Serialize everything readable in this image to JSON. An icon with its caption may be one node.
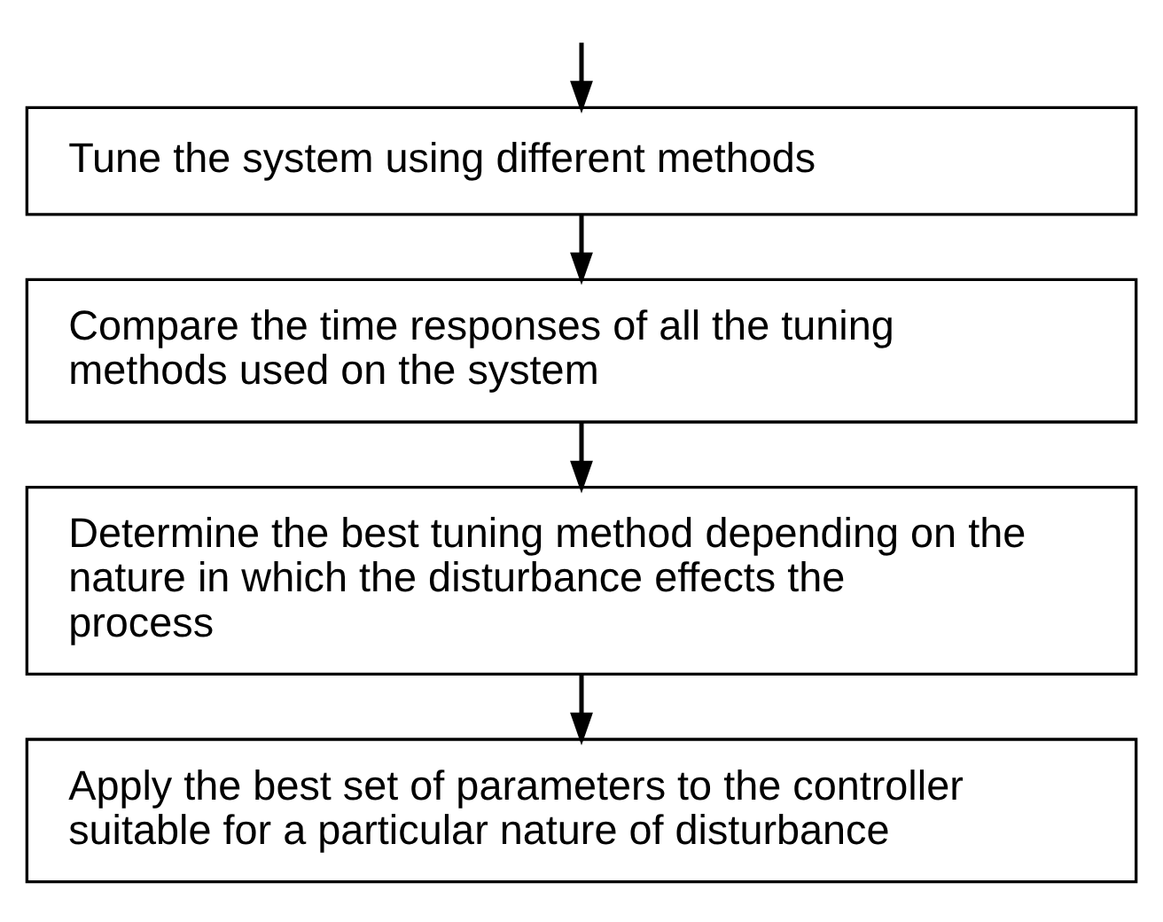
{
  "diagram": {
    "nodes": [
      {
        "text": [
          "Tune the system using different methods"
        ]
      },
      {
        "text": [
          "Compare the time responses of all the tuning methods used on the system"
        ]
      },
      {
        "text": [
          "Determine the best tuning method depending on the nature in which the disturbance effects the process"
        ]
      },
      {
        "text": [
          "Apply the best set of parameters to the controller suitable for a particular nature of disturbance"
        ]
      }
    ],
    "edges": [
      {
        "from": null,
        "to": 0,
        "arrow": "to"
      },
      {
        "from": 0,
        "to": 1,
        "arrow": "to"
      },
      {
        "from": 1,
        "to": 2,
        "arrow": "to"
      },
      {
        "from": 2,
        "to": 3,
        "arrow": "to"
      }
    ]
  }
}
